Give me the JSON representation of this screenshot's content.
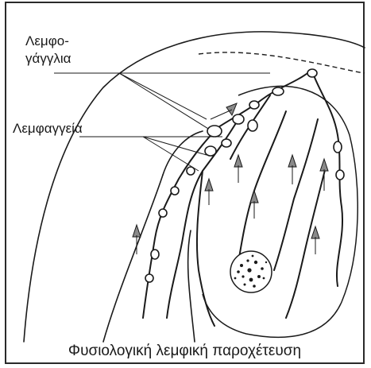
{
  "labels": {
    "lymph_nodes_line1": "Λεμφο-",
    "lymph_nodes_line2": "γάγγλια",
    "lymph_vessels": "Λεμφαγγεία"
  },
  "caption": "Φυσιολογική λεμφική παροχέτευση",
  "colors": {
    "ink": "#1a1a1a",
    "arrow_fill": "#8a8a8a",
    "background": "#ffffff"
  }
}
